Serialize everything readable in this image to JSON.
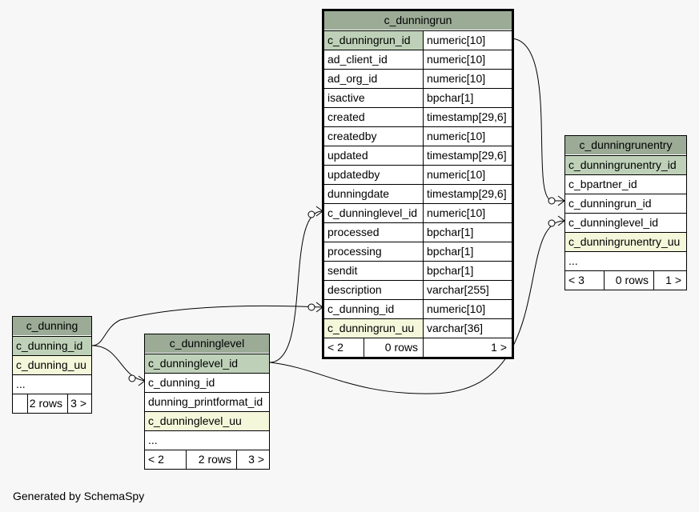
{
  "tables": {
    "c_dunningrun": {
      "title": "c_dunningrun",
      "columns": [
        {
          "name": "c_dunningrun_id",
          "type": "numeric[10]",
          "kind": "pk"
        },
        {
          "name": "ad_client_id",
          "type": "numeric[10]",
          "kind": "normal"
        },
        {
          "name": "ad_org_id",
          "type": "numeric[10]",
          "kind": "normal"
        },
        {
          "name": "isactive",
          "type": "bpchar[1]",
          "kind": "normal"
        },
        {
          "name": "created",
          "type": "timestamp[29,6]",
          "kind": "normal"
        },
        {
          "name": "createdby",
          "type": "numeric[10]",
          "kind": "normal"
        },
        {
          "name": "updated",
          "type": "timestamp[29,6]",
          "kind": "normal"
        },
        {
          "name": "updatedby",
          "type": "numeric[10]",
          "kind": "normal"
        },
        {
          "name": "dunningdate",
          "type": "timestamp[29,6]",
          "kind": "normal"
        },
        {
          "name": "c_dunninglevel_id",
          "type": "numeric[10]",
          "kind": "normal"
        },
        {
          "name": "processed",
          "type": "bpchar[1]",
          "kind": "normal"
        },
        {
          "name": "processing",
          "type": "bpchar[1]",
          "kind": "normal"
        },
        {
          "name": "sendit",
          "type": "bpchar[1]",
          "kind": "normal"
        },
        {
          "name": "description",
          "type": "varchar[255]",
          "kind": "normal"
        },
        {
          "name": "c_dunning_id",
          "type": "numeric[10]",
          "kind": "normal"
        },
        {
          "name": "c_dunningrun_uu",
          "type": "varchar[36]",
          "kind": "uu"
        }
      ],
      "footer": {
        "parents": "< 2",
        "rows": "0 rows",
        "children": "1 >"
      }
    },
    "c_dunningrunentry": {
      "title": "c_dunningrunentry",
      "columns": [
        {
          "name": "c_dunningrunentry_id",
          "kind": "pk"
        },
        {
          "name": "c_bpartner_id",
          "kind": "normal"
        },
        {
          "name": "c_dunningrun_id",
          "kind": "normal"
        },
        {
          "name": "c_dunninglevel_id",
          "kind": "normal"
        },
        {
          "name": "c_dunningrunentry_uu",
          "kind": "uu"
        },
        {
          "name": "...",
          "kind": "normal"
        }
      ],
      "footer": {
        "parents": "< 3",
        "rows": "0 rows",
        "children": "1 >"
      }
    },
    "c_dunning": {
      "title": "c_dunning",
      "columns": [
        {
          "name": "c_dunning_id",
          "kind": "pk"
        },
        {
          "name": "c_dunning_uu",
          "kind": "uu"
        },
        {
          "name": "...",
          "kind": "normal"
        }
      ],
      "footer": {
        "parents": "",
        "rows": "2 rows",
        "children": "3 >"
      }
    },
    "c_dunninglevel": {
      "title": "c_dunninglevel",
      "columns": [
        {
          "name": "c_dunninglevel_id",
          "kind": "pk"
        },
        {
          "name": "c_dunning_id",
          "kind": "normal"
        },
        {
          "name": "dunning_printformat_id",
          "kind": "normal"
        },
        {
          "name": "c_dunninglevel_uu",
          "kind": "uu"
        },
        {
          "name": "...",
          "kind": "normal"
        }
      ],
      "footer": {
        "parents": "< 2",
        "rows": "2 rows",
        "children": "3 >"
      }
    }
  },
  "generated_by": "Generated by SchemaSpy"
}
